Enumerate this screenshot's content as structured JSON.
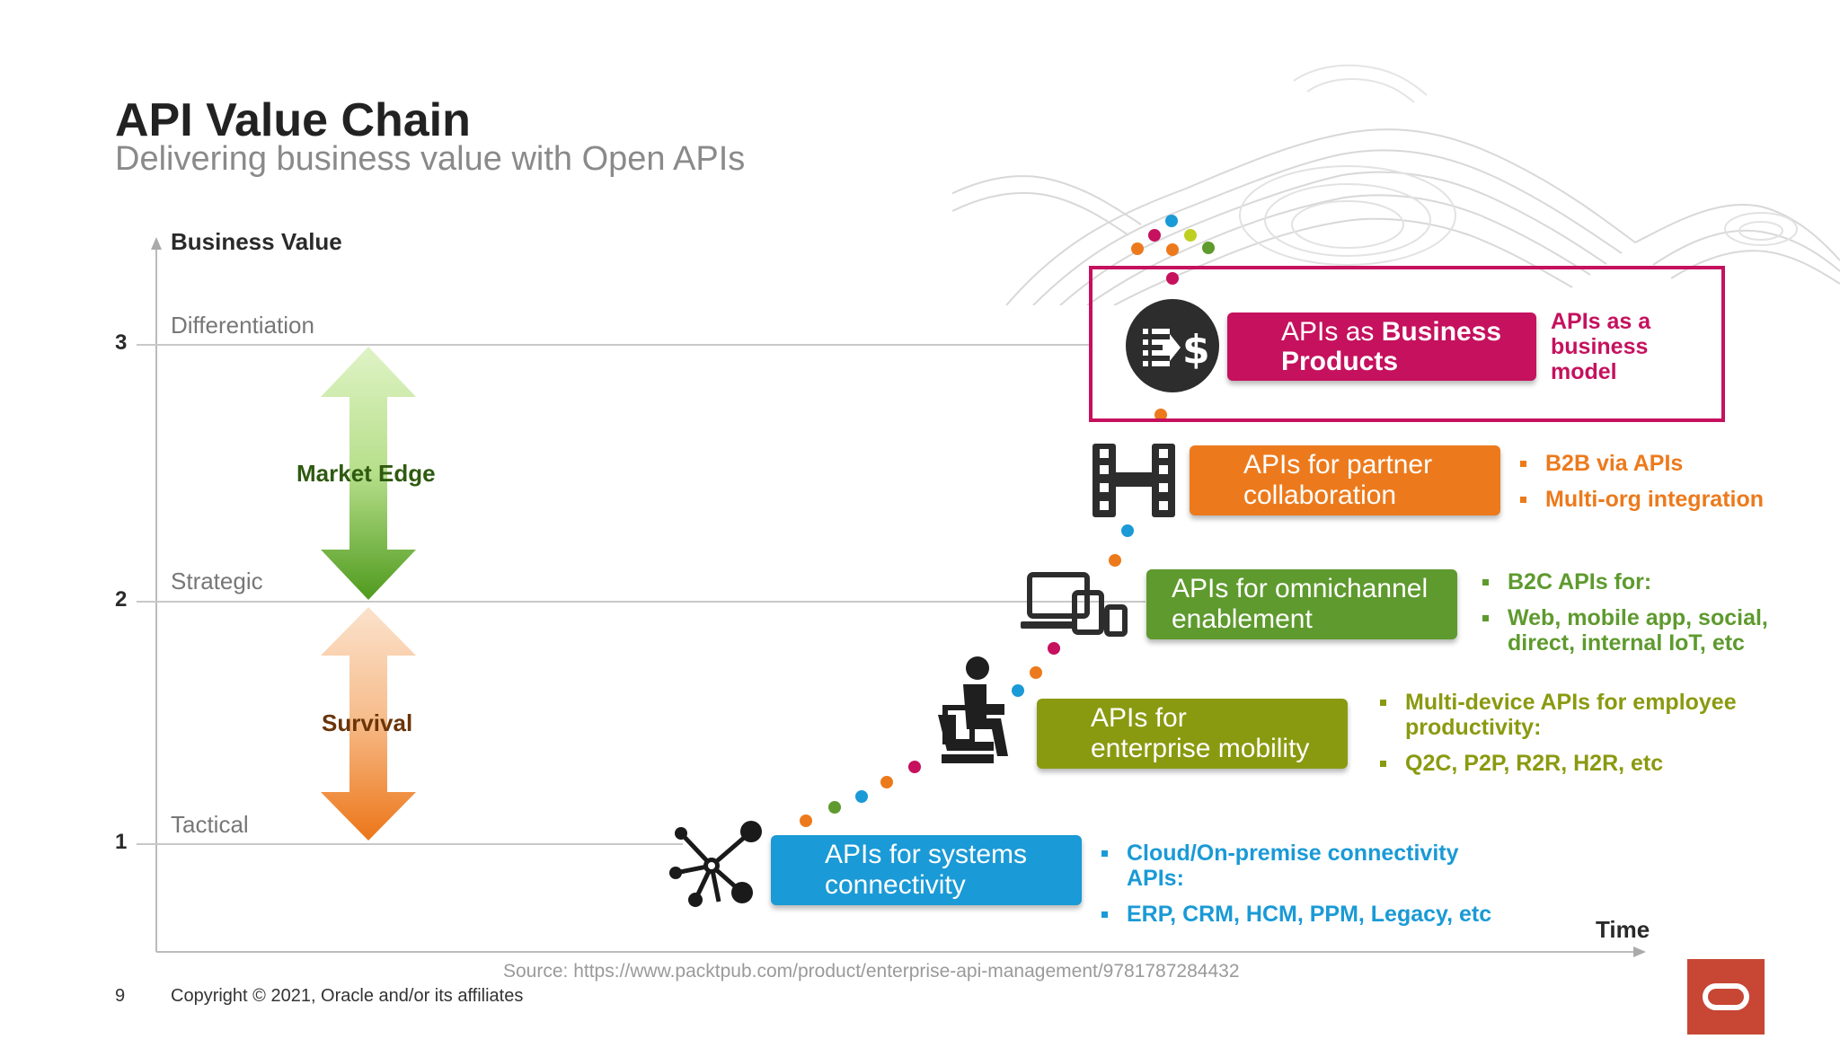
{
  "header": {
    "title": "API Value Chain",
    "subtitle": "Delivering business value with Open APIs"
  },
  "axes": {
    "y_label": "Business Value",
    "x_label": "Time",
    "ticks": [
      "1",
      "2",
      "3"
    ],
    "levels": [
      "Tactical",
      "Strategic",
      "Differentiation"
    ]
  },
  "bands": {
    "market_edge": "Market Edge",
    "survival": "Survival"
  },
  "stages": [
    {
      "label": "APIs for systems connectivity",
      "label_lines": [
        "APIs for systems",
        "connectivity"
      ],
      "icon": "network-hub-icon",
      "color": "#1a9ad6",
      "notes": [
        "Cloud/On-premise connectivity APIs:",
        "ERP, CRM, HCM, PPM, Legacy, etc"
      ]
    },
    {
      "label": "APIs for enterprise mobility",
      "label_lines": [
        "APIs for",
        "enterprise mobility"
      ],
      "icon": "mobile-worker-icon",
      "color": "#8a9a10",
      "notes": [
        "Multi-device APIs for employee productivity:",
        "Q2C, P2P, R2R, H2R, etc"
      ]
    },
    {
      "label": "APIs for omnichannel enablement",
      "label_lines": [
        "APIs for omnichannel",
        "enablement"
      ],
      "icon": "devices-icon",
      "color": "#5e9a2e",
      "notes": [
        "B2C APIs for:",
        "Web, mobile app, social, direct, internal IoT, etc"
      ]
    },
    {
      "label": "APIs for partner collaboration",
      "label_lines": [
        "APIs for partner",
        "collaboration"
      ],
      "icon": "partner-link-icon",
      "color": "#ec7a1c",
      "notes": [
        "B2B via APIs",
        "Multi-org integration"
      ]
    },
    {
      "label": "APIs as Business Products",
      "label_lines": [
        "APIs as ",
        "Business",
        "Products"
      ],
      "icon": "api-dollar-icon",
      "color": "#c5115e",
      "notes_text": [
        "APIs as a",
        "business",
        "model"
      ]
    }
  ],
  "colors": {
    "market_edge": "#5a9a2a",
    "survival": "#ee7a22",
    "axis": "#bbbbbb",
    "oracle_red": "#c74634",
    "highlight_border": "#c5115e",
    "dots": [
      "#ec7a1c",
      "#5e9a2e",
      "#1a9ad6",
      "#ec7a1c",
      "#c5115e"
    ]
  },
  "footer": {
    "page_number": "9",
    "copyright": "Copyright © 2021, Oracle and/or its affiliates",
    "source": "Source: https://www.packtpub.com/product/enterprise-api-management/9781787284432"
  }
}
